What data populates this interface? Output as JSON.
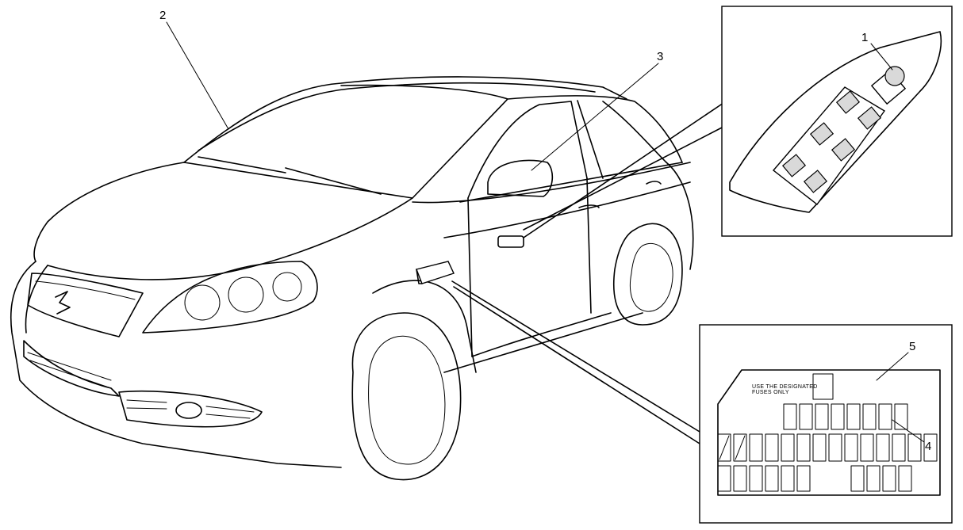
{
  "callouts": {
    "c1": "1",
    "c2": "2",
    "c3": "3",
    "c4": "4",
    "c5": "5"
  },
  "fuse_box": {
    "label_line1": "USE THE DESIGNATED",
    "label_line2": "FUSES ONLY"
  },
  "colors": {
    "line": "#000000",
    "background": "#ffffff",
    "switch_fill": "#d9d9d9"
  }
}
